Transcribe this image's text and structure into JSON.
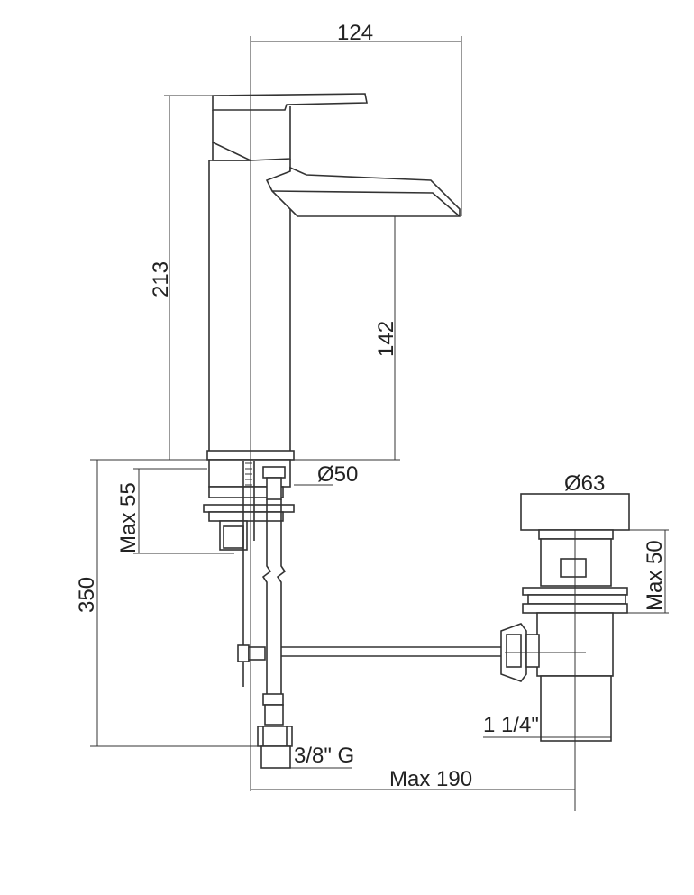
{
  "dimensions": {
    "spout_reach": "124",
    "total_height": "213",
    "spout_height": "142",
    "base_diameter": "Ø50",
    "deck_thickness": "Max 55",
    "hose_length": "350",
    "waste_diameter": "Ø63",
    "waste_thickness": "Max 50",
    "waste_thread": "1 1/4\"",
    "hose_thread": "3/8\" G",
    "rod_length": "Max 190"
  },
  "colors": {
    "line": "#333333",
    "background": "#ffffff"
  }
}
